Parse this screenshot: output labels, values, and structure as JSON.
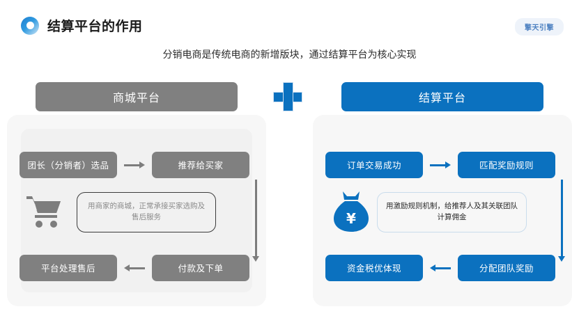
{
  "header": {
    "logo_icon": "ring-logo-icon",
    "title": "结算平台的作用",
    "watermark": "擎天引擎",
    "subtitle": "分销电商是传统电商的新增版块，通过结算平台为核心实现",
    "accent_blue": "#0b71bf",
    "accent_gray": "#808080"
  },
  "divider": {
    "plus_icon": "plus-icon"
  },
  "panels": [
    {
      "id": "mall-platform",
      "heading": "商城平台",
      "color": "#808080",
      "boxes": {
        "top_left": "团长（分销者）选品",
        "top_right": "推荐给买家",
        "bottom_left": "平台处理售后",
        "bottom_right": "付款及下单"
      },
      "icon": "shopping-cart-icon",
      "note": "用商家的商城，正常承接买家选购及售后服务",
      "arrows": {
        "top": "to-right",
        "side": "down",
        "bottom": "to-left"
      }
    },
    {
      "id": "settlement-platform",
      "heading": "结算平台",
      "color": "#0b71bf",
      "boxes": {
        "top_left": "订单交易成功",
        "top_right": "匹配奖励规则",
        "bottom_left": "资金税优体现",
        "bottom_right": "分配团队奖励"
      },
      "icon": "money-bag-icon",
      "note": "用激励规则机制，给推荐人及其关联团队计算佣金",
      "arrows": {
        "top": "to-right",
        "side": "down",
        "bottom": "to-left"
      }
    }
  ]
}
